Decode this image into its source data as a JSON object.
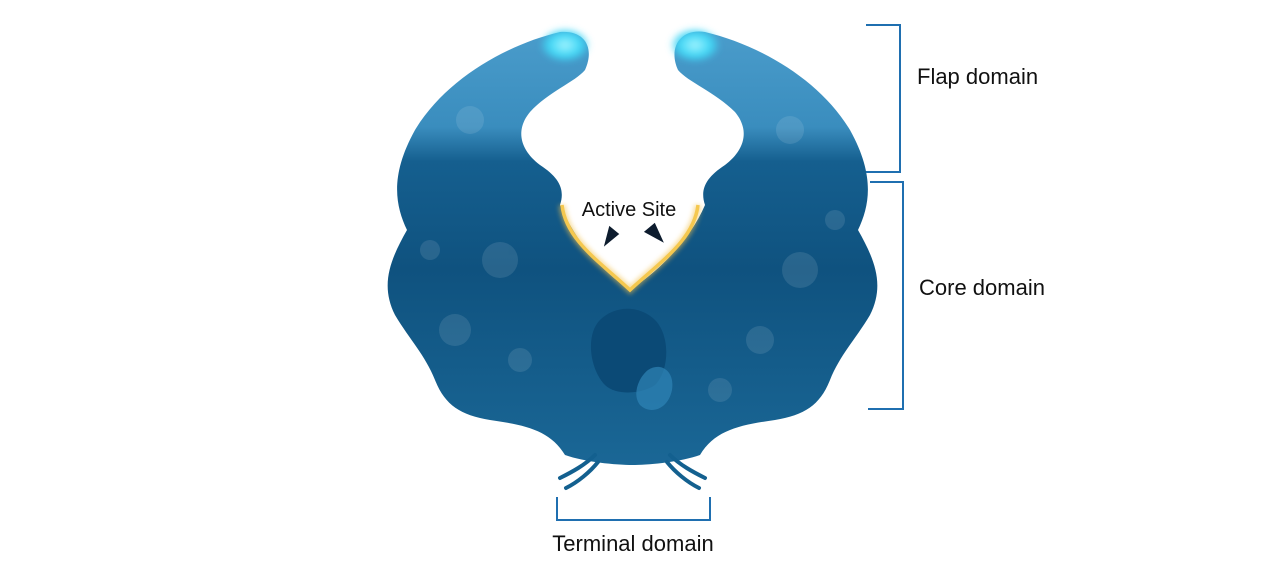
{
  "labels": {
    "active_site": "Active Site",
    "flap_domain": "Flap domain",
    "core_domain": "Core domain",
    "terminal_domain": "Terminal domain"
  },
  "colors": {
    "body_dark": "#0e4f7c",
    "body_mid": "#1d6d9d",
    "flap_light": "#3b8fbf",
    "flap_tip": "#41d6f5",
    "active_site_outline": "#f2c14e",
    "bracket": "#1f6fb0",
    "arrow": "#0d1c2e"
  }
}
